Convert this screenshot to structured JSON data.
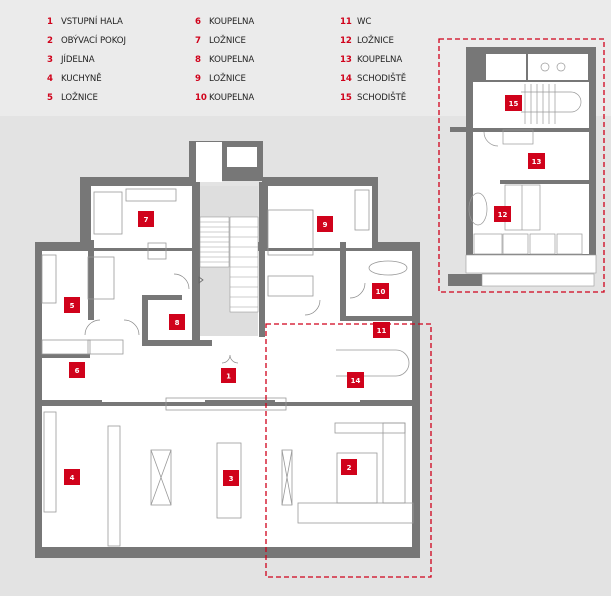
{
  "legend": [
    {
      "num": "1",
      "label": "VSTUPNÍ HALA"
    },
    {
      "num": "2",
      "label": "OBÝVACÍ POKOJ"
    },
    {
      "num": "3",
      "label": "JÍDELNA"
    },
    {
      "num": "4",
      "label": "KUCHYNĚ"
    },
    {
      "num": "5",
      "label": "LOŽNICE"
    },
    {
      "num": "6",
      "label": "KOUPELNA"
    },
    {
      "num": "7",
      "label": "LOŽNICE"
    },
    {
      "num": "8",
      "label": "KOUPELNA"
    },
    {
      "num": "9",
      "label": "LOŽNICE"
    },
    {
      "num": "10",
      "label": "KOUPELNA"
    },
    {
      "num": "11",
      "label": "WC"
    },
    {
      "num": "12",
      "label": "LOŽNICE"
    },
    {
      "num": "13",
      "label": "KOUPELNA"
    },
    {
      "num": "14",
      "label": "SCHODIŠTĚ"
    },
    {
      "num": "15",
      "label": "SCHODIŠTĚ"
    }
  ],
  "colors": {
    "accent": "#d0021b",
    "wall": "#777777",
    "floor": "#ffffff",
    "background": "#e3e3e3"
  }
}
